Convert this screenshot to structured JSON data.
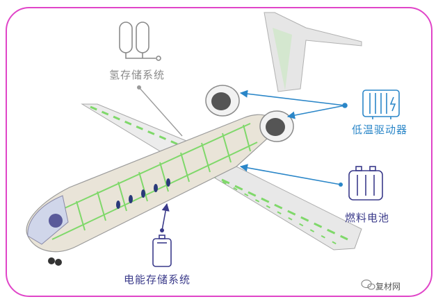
{
  "labels": {
    "hydrogen_storage": "氢存储系统",
    "low_temp_drive": "低温驱动器",
    "fuel_cell": "燃料电池",
    "battery_storage": "电能存储系统"
  },
  "watermark": {
    "text": "复材网"
  },
  "colors": {
    "frame": "#e044c8",
    "arrow_blue": "#2a86c8",
    "arrow_gray": "#9a9a9a",
    "arrow_navy": "#3a3a8a",
    "frame_lattice": "#7fd86a",
    "airframe": "#d8d8d8"
  },
  "icons": [
    "hydrogen-tanks-icon",
    "electric-motor-icon",
    "fuel-cell-icon",
    "battery-icon",
    "wechat-icon"
  ]
}
